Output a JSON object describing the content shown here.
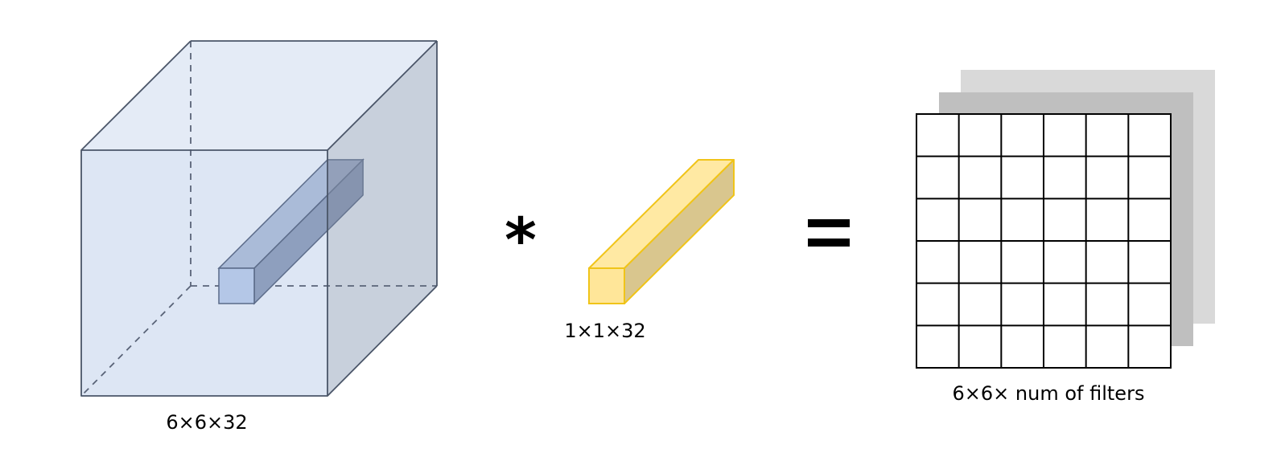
{
  "input_volume": {
    "label": "6×6×32"
  },
  "operator_multiply": {
    "symbol": "*"
  },
  "filter": {
    "label": "1×1×32"
  },
  "operator_equals": {
    "symbol": "="
  },
  "output": {
    "label": "6×6× num of filters",
    "grid_rows": 6,
    "grid_cols": 6
  },
  "colors": {
    "cube_front": "#dce6f4",
    "cube_top": "#e4ebf6",
    "cube_side": "#c8d0dc",
    "cube_stroke": "#4a5568",
    "column_front": "#b4c7e7",
    "column_side": "#8e9fbe",
    "filter_front": "#ffe699",
    "filter_top": "#ffeaa8",
    "filter_side": "#d8c48a",
    "filter_stroke": "#f0c419",
    "layer_back": "#d9d9d9",
    "layer_mid": "#bfbfbf",
    "grid_stroke": "#000000"
  }
}
